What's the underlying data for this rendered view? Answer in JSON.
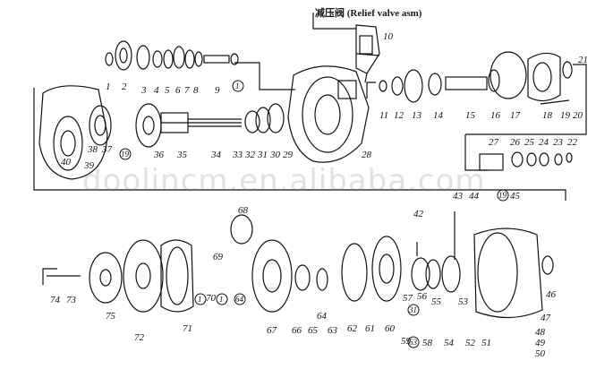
{
  "diagram": {
    "title": "减压阀 (Relief valve asm)",
    "watermark": "doolincm.en.alibaba.com",
    "callouts": {
      "c1": "1",
      "c2": "2",
      "c3": "3",
      "c4": "4",
      "c5": "5",
      "c6": "6",
      "c7": "7",
      "c8": "8",
      "c9": "9",
      "c10": "10",
      "c11": "11",
      "c12": "12",
      "c13": "13",
      "c14": "14",
      "c15": "15",
      "c16": "16",
      "c17": "17",
      "c18": "18",
      "c19": "19",
      "c20": "20",
      "c21": "21",
      "c22": "22",
      "c23": "23",
      "c24": "24",
      "c25": "25",
      "c26": "26",
      "c27": "27",
      "c28": "28",
      "c29": "29",
      "c30": "30",
      "c31": "31",
      "c32": "32",
      "c33": "33",
      "c34": "34",
      "c35": "35",
      "c36": "36",
      "c37": "37",
      "c38": "38",
      "c39": "39",
      "c40": "40",
      "c42": "42",
      "c43": "43",
      "c44": "44",
      "c45": "45",
      "c46": "46",
      "c47": "47",
      "c48": "48",
      "c49": "49",
      "c50": "50",
      "c51": "51",
      "c52": "52",
      "c53": "53",
      "c54": "54",
      "c55": "55",
      "c56": "56",
      "c57": "57",
      "c58": "58",
      "c59": "59",
      "c60": "60",
      "c61": "61",
      "c62": "62",
      "c63": "63",
      "c64": "64",
      "c65": "65",
      "c66": "66",
      "c67": "67",
      "c68": "68",
      "c69": "69",
      "c70": "70",
      "c71": "71",
      "c72": "72",
      "c73": "73",
      "c74": "74",
      "c75": "75",
      "r1": "1",
      "r19a": "19",
      "r19b": "19",
      "r31": "31",
      "r64": "64",
      "r1b": "1",
      "r1c": "1",
      "r63": "63"
    }
  }
}
